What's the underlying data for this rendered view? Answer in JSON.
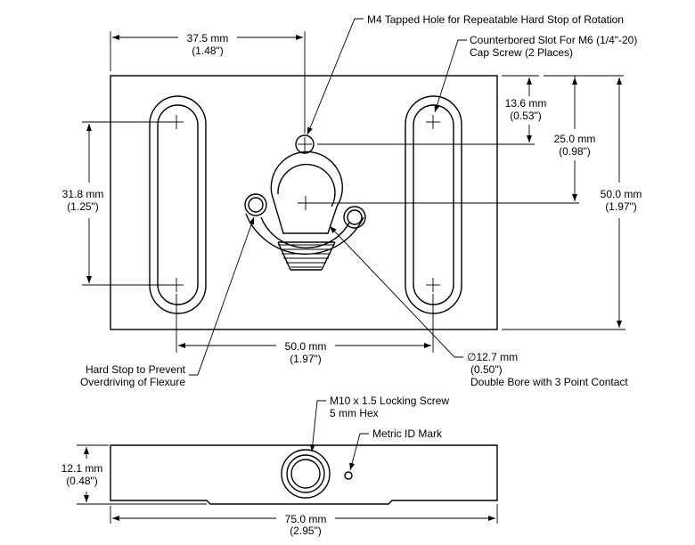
{
  "labels": {
    "m4_hole": "M4 Tapped Hole for Repeatable Hard Stop of Rotation",
    "slot_line1": "Counterbored Slot For M6 (1/4\"-20)",
    "slot_line2": "Cap Screw (2 Places)",
    "hard_stop_line1": "Hard Stop to Prevent",
    "hard_stop_line2": "Overdriving of Flexure",
    "bore_line1": "∅12.7 mm",
    "bore_line2": "(0.50\")",
    "bore_line3": "Double Bore with 3 Point Contact",
    "locking_line1": "M10 x 1.5 Locking Screw",
    "locking_line2": "5 mm Hex",
    "metric_id": "Metric ID Mark"
  },
  "dimensions": {
    "d37_5": {
      "mm": "37.5 mm",
      "in": "(1.48\")"
    },
    "d13_6": {
      "mm": "13.6 mm",
      "in": "(0.53\")"
    },
    "d25_0": {
      "mm": "25.0 mm",
      "in": "(0.98\")"
    },
    "d50_0v": {
      "mm": "50.0 mm",
      "in": "(1.97\")"
    },
    "d31_8": {
      "mm": "31.8 mm",
      "in": "(1.25\")"
    },
    "d50_0h": {
      "mm": "50.0 mm",
      "in": "(1.97\")"
    },
    "d12_1": {
      "mm": "12.1 mm",
      "in": "(0.48\")"
    },
    "d75_0": {
      "mm": "75.0 mm",
      "in": "(2.95\")"
    }
  }
}
